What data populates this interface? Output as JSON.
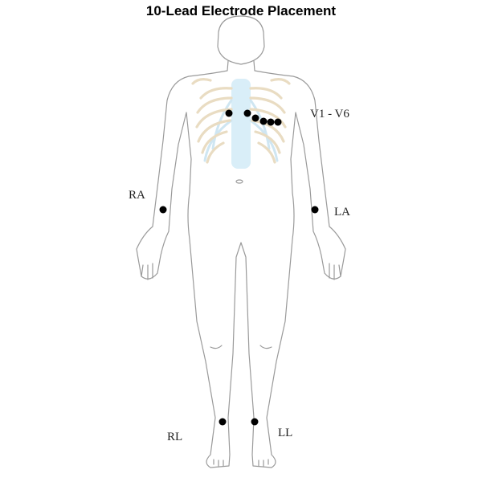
{
  "title": "10-Lead Electrode Placement",
  "labels": {
    "chest": "V1 - V6",
    "right_arm": "RA",
    "left_arm": "LA",
    "right_leg": "RL",
    "left_leg": "LL"
  },
  "colors": {
    "electrode": "#000000",
    "outline": "#9a9a9a",
    "ribs": "#e9dcc2",
    "cartilage": "#cfe6f2"
  }
}
